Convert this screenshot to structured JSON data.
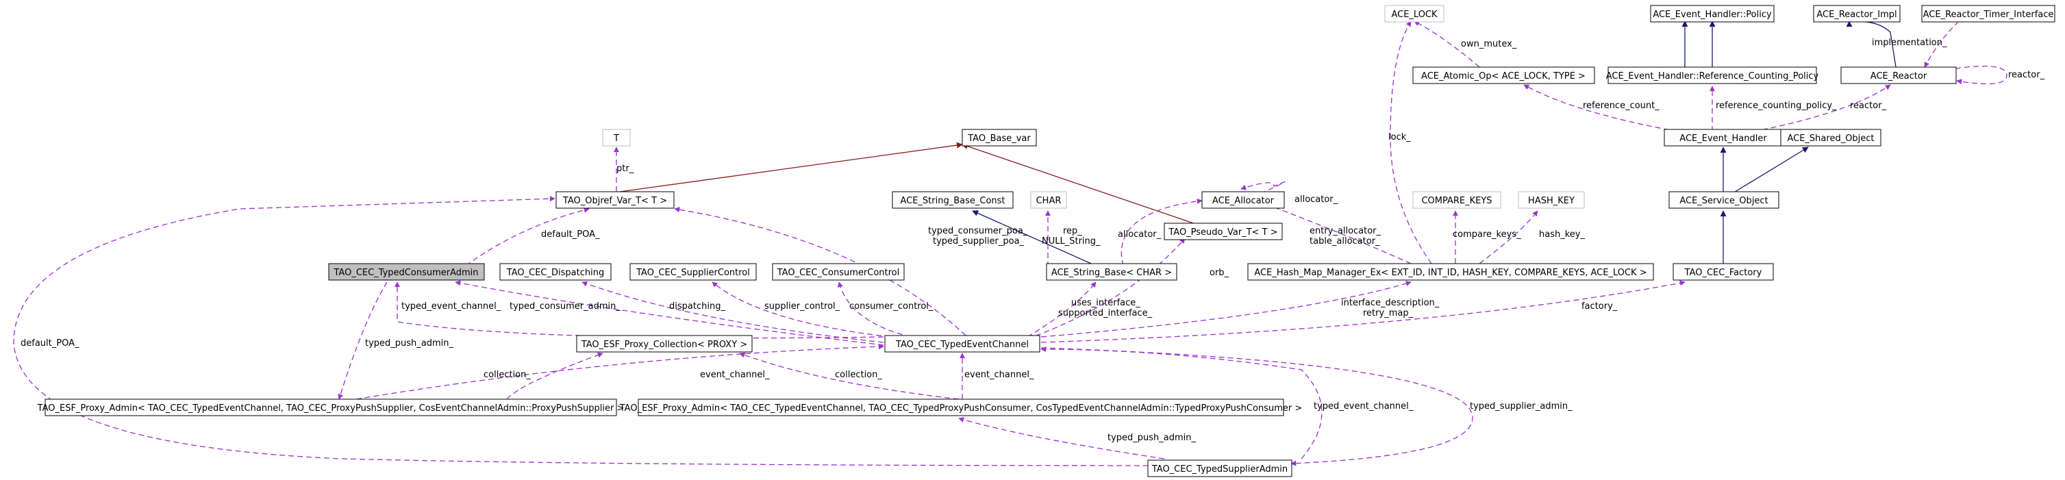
{
  "colors": {
    "usage_edge": "#9a32cd",
    "inheritance_edge": "#191970",
    "template_edge": "#8b1a1a",
    "focus_fill": "#bfbfbf",
    "external_border": "#bfbfbf"
  },
  "nodes": {
    "ace_lock": "ACE_LOCK",
    "event_handler_policy": "ACE_Event_Handler::Policy",
    "reactor_impl": "ACE_Reactor_Impl",
    "reactor_timer_interface": "ACE_Reactor_Timer_Interface",
    "atomic_op": "ACE_Atomic_Op< ACE_LOCK, TYPE >",
    "ref_counting_policy": "ACE_Event_Handler::Reference_Counting_Policy",
    "ace_reactor": "ACE_Reactor",
    "t": "T",
    "tao_base_var": "TAO_Base_var",
    "ace_event_handler": "ACE_Event_Handler",
    "ace_shared_object": "ACE_Shared_Object",
    "objref_var": "TAO_Objref_Var_T< T >",
    "string_base_const": "ACE_String_Base_Const",
    "char": "CHAR",
    "ace_allocator": "ACE_Allocator",
    "compare_keys": "COMPARE_KEYS",
    "hash_key": "HASH_KEY",
    "ace_service_object": "ACE_Service_Object",
    "pseudo_var": "TAO_Pseudo_Var_T< T >",
    "typed_consumer_admin": "TAO_CEC_TypedConsumerAdmin",
    "dispatching": "TAO_CEC_Dispatching",
    "supplier_control": "TAO_CEC_SupplierControl",
    "consumer_control": "TAO_CEC_ConsumerControl",
    "string_base": "ACE_String_Base< CHAR >",
    "hash_map_manager": "ACE_Hash_Map_Manager_Ex< EXT_ID, INT_ID, HASH_KEY, COMPARE_KEYS, ACE_LOCK >",
    "cec_factory": "TAO_CEC_Factory",
    "proxy_collection": "TAO_ESF_Proxy_Collection< PROXY >",
    "typed_event_channel": "TAO_CEC_TypedEventChannel",
    "proxy_admin_push_supplier": "TAO_ESF_Proxy_Admin< TAO_CEC_TypedEventChannel, TAO_CEC_ProxyPushSupplier, CosEventChannelAdmin::ProxyPushSupplier >",
    "proxy_admin_typed_push_consumer": "TAO_ESF_Proxy_Admin< TAO_CEC_TypedEventChannel, TAO_CEC_TypedProxyPushConsumer, CosTypedEventChannelAdmin::TypedProxyPushConsumer >",
    "typed_supplier_admin": "TAO_CEC_TypedSupplierAdmin"
  },
  "edge_labels": {
    "own_mutex": "own_mutex_",
    "implementation": "implementation_",
    "reactor_self": "reactor_",
    "reference_count": "reference_count_",
    "reference_counting_policy": "reference_counting_policy_",
    "reactor": "reactor_",
    "lock": "lock_",
    "ptr": "ptr_",
    "allocator_self": "allocator_",
    "rep": "rep_",
    "null_string": "NULL_String_",
    "allocator": "allocator_",
    "compare_keys": "compare_keys_",
    "hash_key": "hash_key_",
    "entry_allocator": "entry_allocator_",
    "table_allocator": "table_allocator_",
    "default_poa_upper": "default_POA_",
    "typed_consumer_poa": "typed_consumer_poa_",
    "typed_supplier_poa": "typed_supplier_poa_",
    "orb": "orb_",
    "default_poa_left": "default_POA_",
    "typed_event_channel_1": "typed_event_channel_",
    "typed_consumer_admin": "typed_consumer_admin_",
    "dispatching": "dispatching_",
    "supplier_control": "supplier_control_",
    "consumer_control": "consumer_control_",
    "uses_interface": "uses_interface_",
    "supported_interface": "supported_interface_",
    "interface_description": "interface_description_",
    "retry_map": "retry_map_",
    "factory": "factory_",
    "typed_push_admin": "typed_push_admin_",
    "collection_1": "collection_",
    "event_channel_1": "event_channel_",
    "collection_2": "collection_",
    "event_channel_2": "event_channel_",
    "typed_event_channel_2": "typed_event_channel_",
    "typed_supplier_admin": "typed_supplier_admin_",
    "typed_push_admin_2": "typed_push_admin_"
  }
}
